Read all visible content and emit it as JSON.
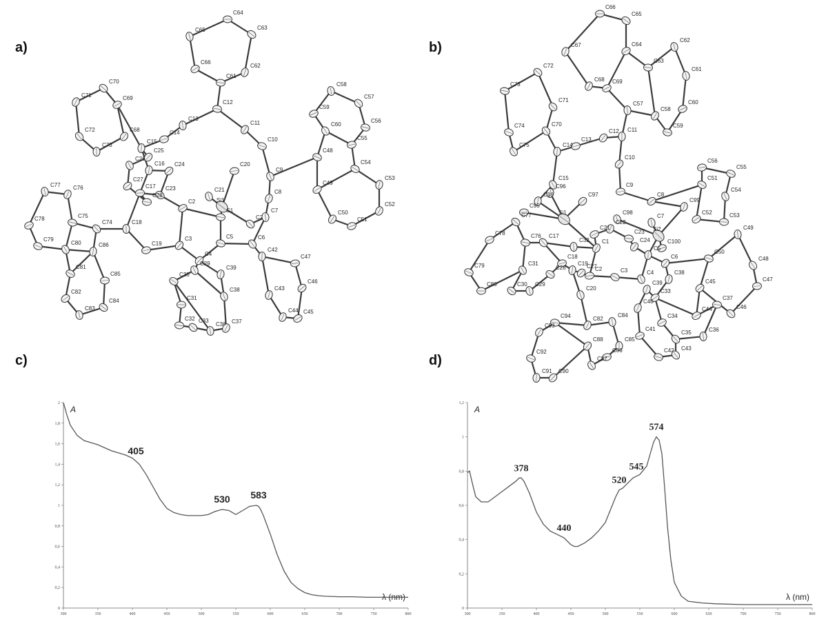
{
  "panels": {
    "a": "a)",
    "b": "b)",
    "c": "c)",
    "d": "d)"
  },
  "structure_a": {
    "atoms": [
      "C64",
      "C63",
      "C65",
      "C62",
      "C66",
      "C61",
      "C70",
      "C58",
      "C71",
      "C69",
      "C12",
      "C57",
      "C13",
      "C11",
      "C59",
      "C56",
      "C72",
      "C73",
      "C68",
      "C14",
      "C10",
      "C60",
      "C15",
      "C25",
      "C55",
      "C48",
      "C26",
      "C16",
      "C24",
      "C20",
      "C54",
      "C9",
      "C53",
      "C27",
      "C17",
      "C23",
      "C21",
      "C8",
      "C49",
      "C28",
      "Si1",
      "C77",
      "C76",
      "C2",
      "C1",
      "C22",
      "C7",
      "C52",
      "C78",
      "C75",
      "C74",
      "C18",
      "C50",
      "C51",
      "C5",
      "C6",
      "C42",
      "C3",
      "C19",
      "C79",
      "C80",
      "C86",
      "C4",
      "C47",
      "C81",
      "C29",
      "C39",
      "C46",
      "C85",
      "C30",
      "C38",
      "C43",
      "C82",
      "C31",
      "C84",
      "C83",
      "C44",
      "C45",
      "C32",
      "C33",
      "C36",
      "C37"
    ]
  },
  "structure_b": {
    "atoms": [
      "C66",
      "C65",
      "C62",
      "C67",
      "C64",
      "C63",
      "C72",
      "C61",
      "C68",
      "C69",
      "C73",
      "C71",
      "C57",
      "C58",
      "C60",
      "C59",
      "C70",
      "C11",
      "C12",
      "C13",
      "C74",
      "C75",
      "C14",
      "C10",
      "C56",
      "C55",
      "C15",
      "C96",
      "C97",
      "C9",
      "C51",
      "C54",
      "C16",
      "C8",
      "C95",
      "Si1",
      "C98",
      "C99",
      "C52",
      "C53",
      "C77",
      "C7",
      "C22",
      "C21",
      "C23",
      "Si2",
      "C49",
      "C1",
      "C78",
      "C76",
      "C17",
      "C32",
      "C24",
      "C100",
      "C50",
      "C48",
      "C5",
      "C6",
      "C18",
      "C79",
      "C31",
      "C19",
      "C27",
      "C2",
      "C3",
      "C4",
      "C38",
      "C45",
      "C47",
      "C28",
      "C20",
      "C39",
      "C33",
      "C80",
      "C30",
      "C29",
      "C40",
      "C44",
      "C37",
      "C46",
      "C84",
      "C82",
      "C34",
      "C94",
      "C35",
      "C36",
      "C93",
      "C41",
      "C42",
      "C43",
      "C85",
      "C88",
      "C86",
      "C92",
      "C87",
      "C91",
      "C90"
    ]
  },
  "chart_data": [
    {
      "type": "line",
      "panel": "c)",
      "ylabel": "A",
      "xlabel": "λ (nm)",
      "xlim": [
        300,
        800
      ],
      "ylim": [
        0,
        2
      ],
      "xticks": [
        "300",
        "350",
        "400",
        "450",
        "500",
        "550",
        "600",
        "650",
        "700",
        "750",
        "800"
      ],
      "yticks": [
        "0",
        "0,2",
        "0,4",
        "0,6",
        "0,8",
        "1",
        "1,2",
        "1,4",
        "1,6",
        "1,8",
        "2"
      ],
      "x": [
        300,
        305,
        310,
        320,
        330,
        340,
        350,
        360,
        370,
        380,
        390,
        400,
        405,
        410,
        420,
        430,
        440,
        450,
        460,
        470,
        480,
        490,
        500,
        510,
        520,
        530,
        540,
        545,
        550,
        560,
        570,
        580,
        583,
        586,
        590,
        600,
        610,
        620,
        630,
        640,
        650,
        660,
        670,
        680,
        700,
        720,
        740,
        760,
        780,
        800
      ],
      "y": [
        2.0,
        1.88,
        1.78,
        1.68,
        1.63,
        1.61,
        1.59,
        1.56,
        1.53,
        1.51,
        1.49,
        1.46,
        1.43,
        1.4,
        1.3,
        1.18,
        1.06,
        0.97,
        0.93,
        0.91,
        0.9,
        0.9,
        0.9,
        0.91,
        0.94,
        0.96,
        0.95,
        0.93,
        0.91,
        0.95,
        0.99,
        1.0,
        0.99,
        0.96,
        0.9,
        0.72,
        0.52,
        0.36,
        0.25,
        0.19,
        0.15,
        0.13,
        0.12,
        0.115,
        0.11,
        0.11,
        0.105,
        0.105,
        0.105,
        0.105
      ],
      "peaks": [
        {
          "x": 405,
          "y": 1.43,
          "label": "405"
        },
        {
          "x": 530,
          "y": 0.96,
          "label": "530"
        },
        {
          "x": 583,
          "y": 1.0,
          "label": "583"
        }
      ]
    },
    {
      "type": "line",
      "panel": "d)",
      "ylabel": "A",
      "xlabel": "λ (nm)",
      "xlim": [
        300,
        800
      ],
      "ylim": [
        0,
        1.2
      ],
      "xticks": [
        "300",
        "350",
        "400",
        "450",
        "500",
        "550",
        "600",
        "650",
        "700",
        "750",
        "800"
      ],
      "yticks": [
        "0",
        "0,2",
        "0,4",
        "0,6",
        "0,8",
        "1",
        "1,2"
      ],
      "x": [
        300,
        303,
        307,
        312,
        320,
        330,
        340,
        350,
        360,
        370,
        375,
        378,
        382,
        390,
        400,
        410,
        420,
        430,
        440,
        445,
        450,
        455,
        460,
        470,
        480,
        490,
        500,
        510,
        515,
        520,
        525,
        530,
        540,
        545,
        550,
        560,
        565,
        570,
        574,
        578,
        582,
        586,
        590,
        595,
        600,
        610,
        620,
        640,
        660,
        700,
        750,
        800
      ],
      "y": [
        0.79,
        0.8,
        0.73,
        0.65,
        0.62,
        0.62,
        0.65,
        0.68,
        0.71,
        0.74,
        0.76,
        0.76,
        0.74,
        0.67,
        0.56,
        0.49,
        0.45,
        0.43,
        0.41,
        0.39,
        0.37,
        0.36,
        0.36,
        0.38,
        0.41,
        0.45,
        0.5,
        0.6,
        0.65,
        0.69,
        0.7,
        0.72,
        0.76,
        0.77,
        0.78,
        0.83,
        0.9,
        0.97,
        1.0,
        0.98,
        0.9,
        0.7,
        0.48,
        0.28,
        0.15,
        0.07,
        0.04,
        0.03,
        0.025,
        0.02,
        0.02,
        0.02
      ],
      "peaks": [
        {
          "x": 378,
          "y": 0.76,
          "label": "378"
        },
        {
          "x": 440,
          "y": 0.41,
          "label": "440"
        },
        {
          "x": 520,
          "y": 0.69,
          "label": "520"
        },
        {
          "x": 545,
          "y": 0.77,
          "label": "545"
        },
        {
          "x": 574,
          "y": 1.0,
          "label": "574"
        }
      ]
    }
  ]
}
